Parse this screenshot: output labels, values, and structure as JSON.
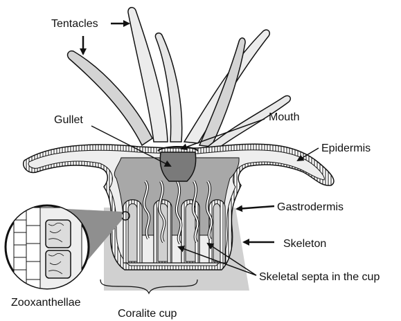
{
  "labels": {
    "tentacles": "Tentacles",
    "gullet": "Gullet",
    "mouth": "Mouth",
    "epidermis": "Epidermis",
    "gastrodermis": "Gastrodermis",
    "skeleton": "Skeleton",
    "skeletal_septa": "Skeletal septa in the cup",
    "zooxanthellae": "Zooxanthellae",
    "coralite_cup": "Coralite cup"
  },
  "colors": {
    "outline": "#111111",
    "tissue_fill": "#eeeeee",
    "shadow_fill": "#d4d4d4",
    "cavity_fill": "#a8a8a8",
    "gullet_fill": "#7a7a7a",
    "skeleton_fill": "#d0d0d0",
    "inset_fill": "#ffffff"
  }
}
